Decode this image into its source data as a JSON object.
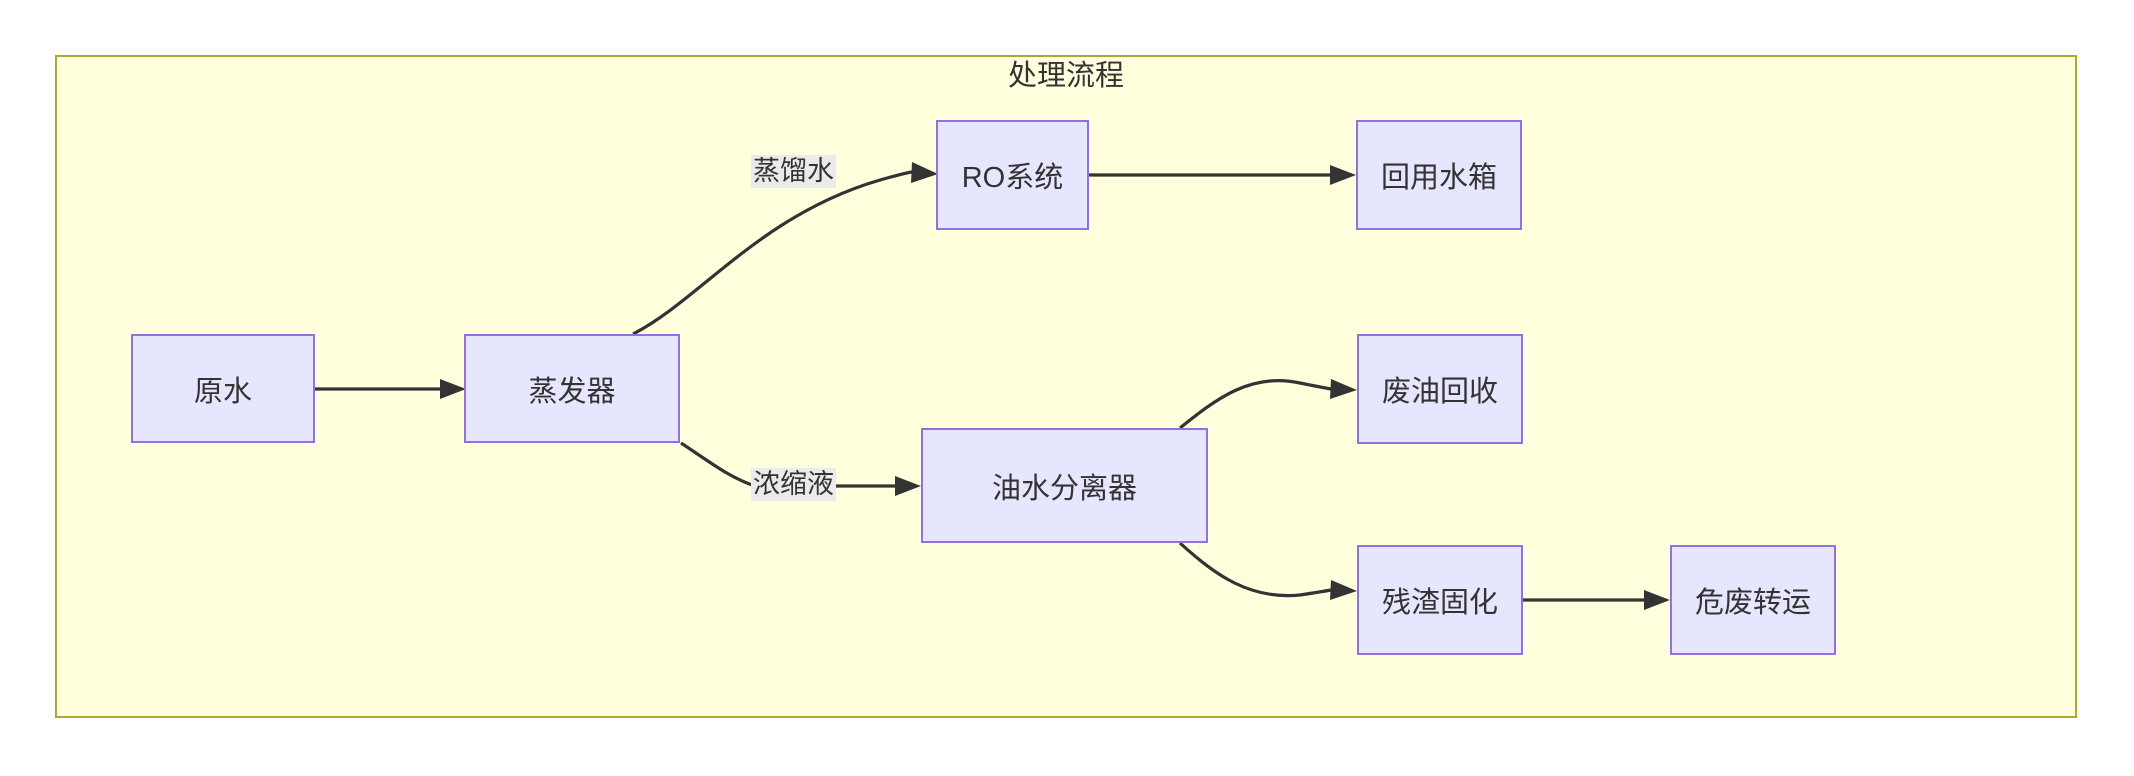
{
  "diagram": {
    "type": "flowchart",
    "direction": "left-to-right",
    "subgraph": {
      "title": "处理流程",
      "background_color": "#ffffde",
      "border_color": "#aaaa33"
    },
    "node_style": {
      "fill": "#e6e6ff",
      "border": "#9370db",
      "text_color": "#333333"
    },
    "edge_style": {
      "line_color": "#333333",
      "label_background": "#ebebeb"
    },
    "nodes": [
      {
        "id": "raw-water",
        "label": "原水"
      },
      {
        "id": "evaporator",
        "label": "蒸发器"
      },
      {
        "id": "ro-system",
        "label": "RO系统"
      },
      {
        "id": "reuse-water-tank",
        "label": "回用水箱"
      },
      {
        "id": "oil-water-separator",
        "label": "油水分离器"
      },
      {
        "id": "waste-oil-recovery",
        "label": "废油回收"
      },
      {
        "id": "residue-solidification",
        "label": "残渣固化"
      },
      {
        "id": "hazardous-waste-transfer",
        "label": "危废转运"
      }
    ],
    "edges": [
      {
        "from": "raw-water",
        "to": "evaporator",
        "label": ""
      },
      {
        "from": "evaporator",
        "to": "ro-system",
        "label": "蒸馏水"
      },
      {
        "from": "ro-system",
        "to": "reuse-water-tank",
        "label": ""
      },
      {
        "from": "evaporator",
        "to": "oil-water-separator",
        "label": "浓缩液"
      },
      {
        "from": "oil-water-separator",
        "to": "waste-oil-recovery",
        "label": ""
      },
      {
        "from": "oil-water-separator",
        "to": "residue-solidification",
        "label": ""
      },
      {
        "from": "residue-solidification",
        "to": "hazardous-waste-transfer",
        "label": ""
      }
    ],
    "edge_labels": [
      {
        "id": "distilled-water",
        "text": "蒸馏水"
      },
      {
        "id": "concentrate",
        "text": "浓缩液"
      }
    ]
  }
}
